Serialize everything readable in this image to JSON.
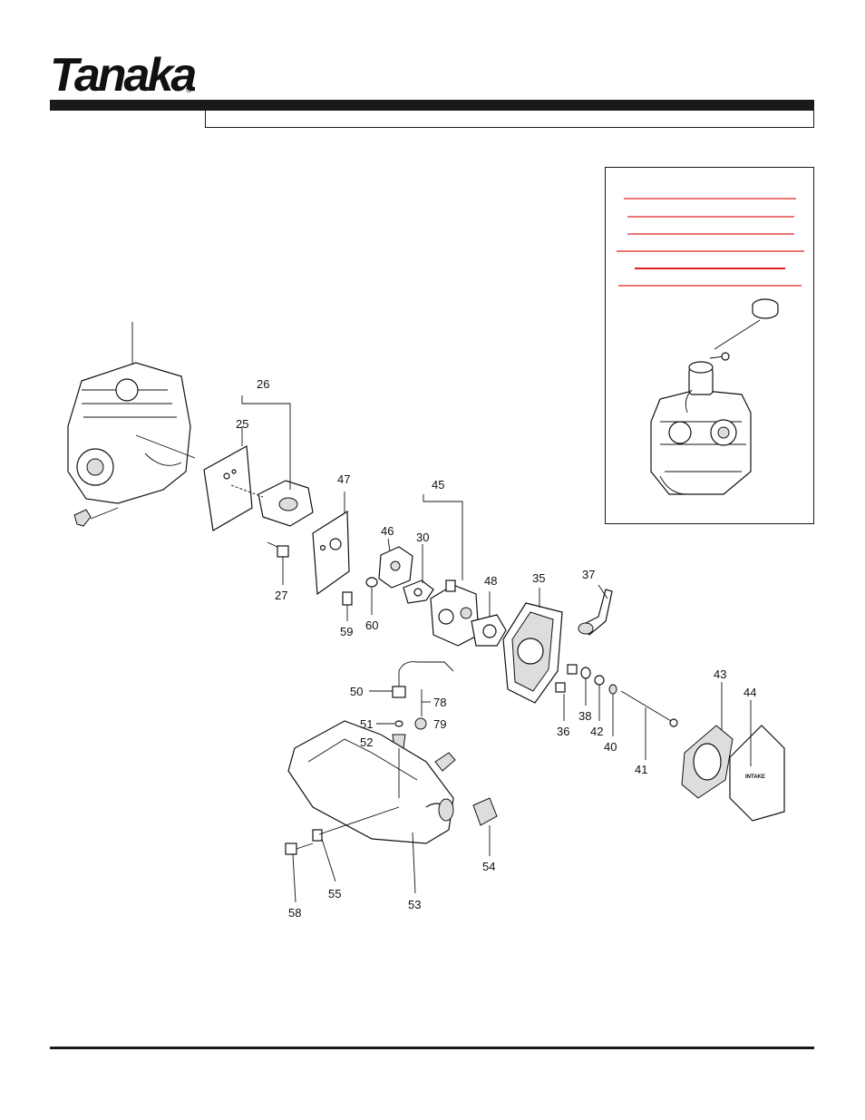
{
  "brand": {
    "name": "Tanaka",
    "mark": "®"
  },
  "title": "",
  "inset": {
    "red_line_color": "#e02020"
  },
  "part_labels": {
    "p25": "25",
    "p26": "26",
    "p27": "27",
    "p30": "30",
    "p35": "35",
    "p36": "36",
    "p37": "37",
    "p38": "38",
    "p40": "40",
    "p41": "41",
    "p42": "42",
    "p43": "43",
    "p44": "44",
    "p45": "45",
    "p46": "46",
    "p47": "47",
    "p48": "48",
    "p50": "50",
    "p51": "51",
    "p52": "52",
    "p53": "53",
    "p54": "54",
    "p55": "55",
    "p58": "58",
    "p59": "59",
    "p60": "60",
    "p78": "78",
    "p79": "79"
  },
  "air_cover_text": "INTAKE"
}
